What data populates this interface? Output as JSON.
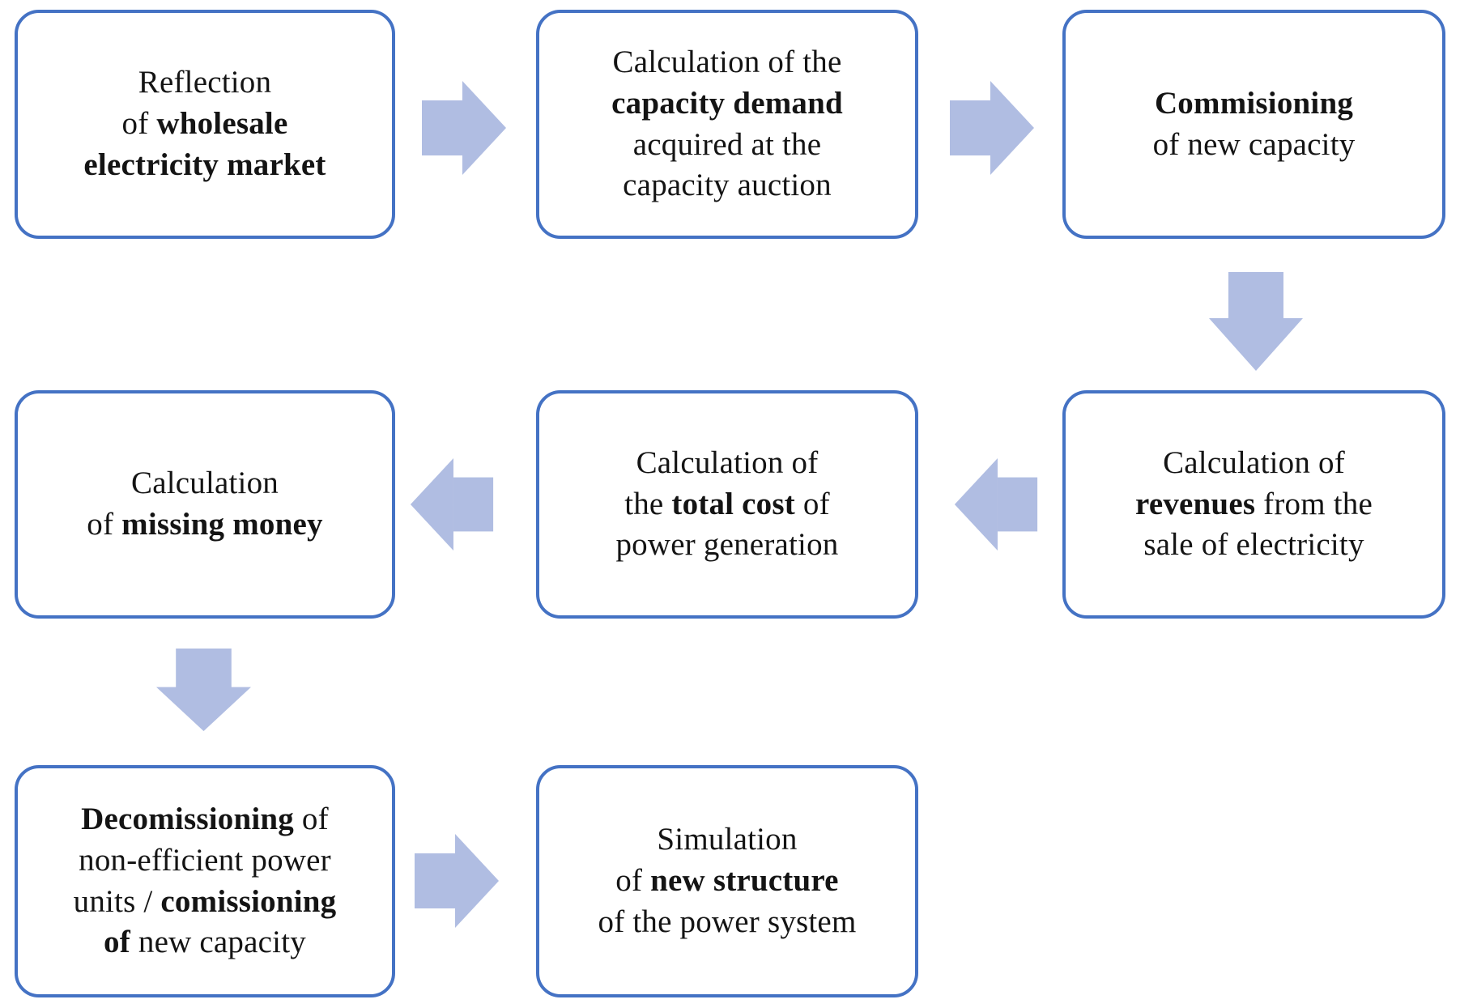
{
  "diagram": {
    "type": "flowchart",
    "colors": {
      "box_border": "#4472C4",
      "arrow_fill": "#B0BDE2",
      "text_color": "#141414",
      "background": "#FFFFFF"
    },
    "nodes": [
      {
        "id": "reflection-of-wholesale-electricity-market",
        "lines": [
          [
            {
              "t": "Reflection"
            }
          ],
          [
            {
              "t": "of "
            },
            {
              "t": "wholesale",
              "b": true
            }
          ],
          [
            {
              "t": "electricity market",
              "b": true
            }
          ]
        ]
      },
      {
        "id": "calculation-of-capacity-demand",
        "lines": [
          [
            {
              "t": "Calculation of the"
            }
          ],
          [
            {
              "t": "capacity demand",
              "b": true
            }
          ],
          [
            {
              "t": "acquired at the"
            }
          ],
          [
            {
              "t": "capacity auction"
            }
          ]
        ]
      },
      {
        "id": "commisioning-of-new-capacity",
        "lines": [
          [
            {
              "t": "Commisioning",
              "b": true
            }
          ],
          [
            {
              "t": "of new capacity"
            }
          ]
        ]
      },
      {
        "id": "calculation-of-revenues",
        "lines": [
          [
            {
              "t": "Calculation of"
            }
          ],
          [
            {
              "t": "revenues",
              "b": true
            },
            {
              "t": " from the"
            }
          ],
          [
            {
              "t": "sale of electricity"
            }
          ]
        ]
      },
      {
        "id": "calculation-of-total-cost",
        "lines": [
          [
            {
              "t": "Calculation of"
            }
          ],
          [
            {
              "t": "the "
            },
            {
              "t": "total cost",
              "b": true
            },
            {
              "t": " of"
            }
          ],
          [
            {
              "t": "power generation"
            }
          ]
        ]
      },
      {
        "id": "calculation-of-missing-money",
        "lines": [
          [
            {
              "t": "Calculation"
            }
          ],
          [
            {
              "t": "of "
            },
            {
              "t": "missing money",
              "b": true
            }
          ]
        ]
      },
      {
        "id": "decomissioning-and-comissioning",
        "lines": [
          [
            {
              "t": "Decomissioning",
              "b": true
            },
            {
              "t": " of"
            }
          ],
          [
            {
              "t": "non-efficient power"
            }
          ],
          [
            {
              "t": "units / "
            },
            {
              "t": "comissioning",
              "b": true
            }
          ],
          [
            {
              "t": "of",
              "b": true
            },
            {
              "t": " new capacity"
            }
          ]
        ]
      },
      {
        "id": "simulation-of-new-structure",
        "lines": [
          [
            {
              "t": "Simulation"
            }
          ],
          [
            {
              "t": "of "
            },
            {
              "t": "new structure",
              "b": true
            }
          ],
          [
            {
              "t": "of the power system"
            }
          ]
        ]
      }
    ],
    "arrows": [
      {
        "from": "reflection-of-wholesale-electricity-market",
        "to": "calculation-of-capacity-demand",
        "direction": "right"
      },
      {
        "from": "calculation-of-capacity-demand",
        "to": "commisioning-of-new-capacity",
        "direction": "right"
      },
      {
        "from": "commisioning-of-new-capacity",
        "to": "calculation-of-revenues",
        "direction": "down"
      },
      {
        "from": "calculation-of-revenues",
        "to": "calculation-of-total-cost",
        "direction": "left"
      },
      {
        "from": "calculation-of-total-cost",
        "to": "calculation-of-missing-money",
        "direction": "left"
      },
      {
        "from": "calculation-of-missing-money",
        "to": "decomissioning-and-comissioning",
        "direction": "down"
      },
      {
        "from": "decomissioning-and-comissioning",
        "to": "simulation-of-new-structure",
        "direction": "right"
      }
    ]
  }
}
